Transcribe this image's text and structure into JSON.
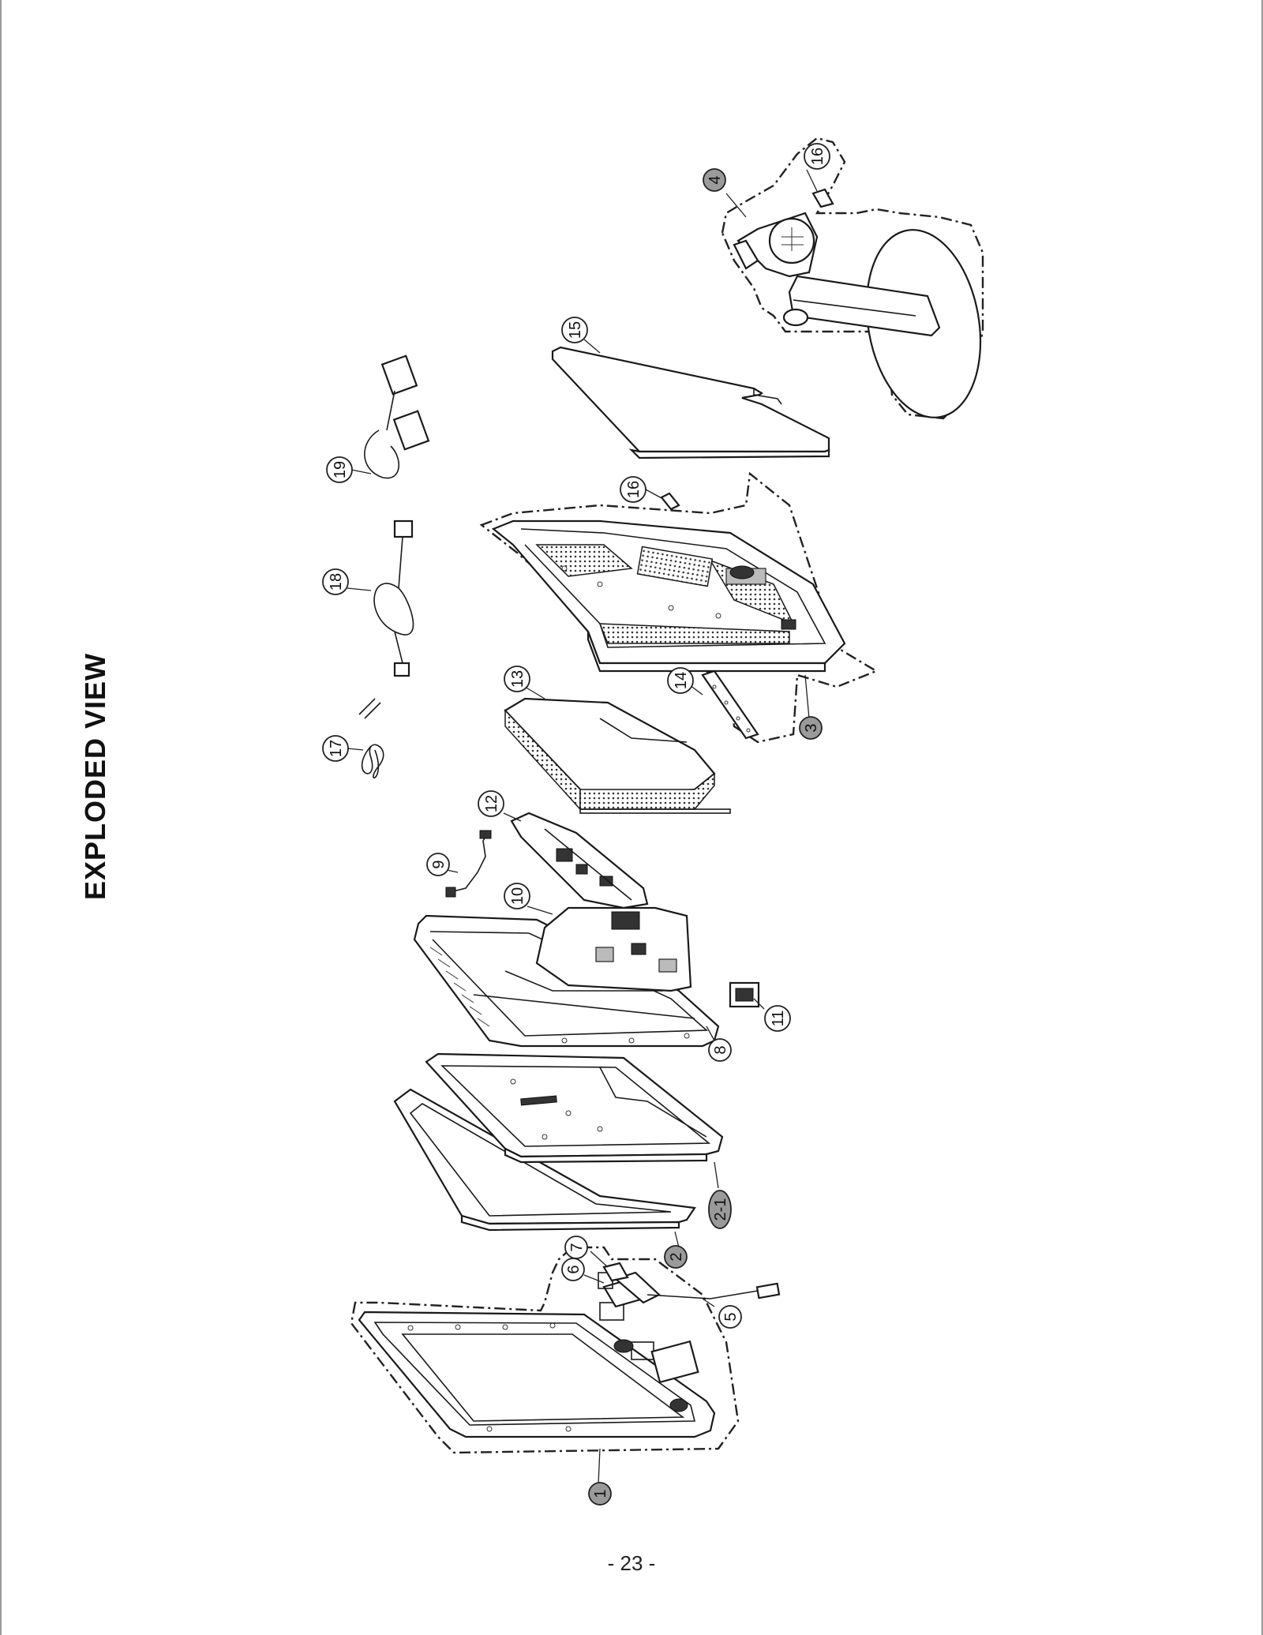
{
  "page": {
    "title": "EXPLODED VIEW",
    "page_number": "- 23 -"
  },
  "callouts": [
    {
      "id": "1",
      "label": "1",
      "style": "filled"
    },
    {
      "id": "2",
      "label": "2",
      "style": "filled"
    },
    {
      "id": "2-1",
      "label": "2-1",
      "style": "filled"
    },
    {
      "id": "3",
      "label": "3",
      "style": "filled"
    },
    {
      "id": "4",
      "label": "4",
      "style": "filled"
    },
    {
      "id": "5",
      "label": "5",
      "style": "outline"
    },
    {
      "id": "6",
      "label": "6",
      "style": "outline"
    },
    {
      "id": "7",
      "label": "7",
      "style": "outline"
    },
    {
      "id": "8",
      "label": "8",
      "style": "outline"
    },
    {
      "id": "9",
      "label": "9",
      "style": "outline"
    },
    {
      "id": "10",
      "label": "10",
      "style": "outline"
    },
    {
      "id": "11",
      "label": "11",
      "style": "outline"
    },
    {
      "id": "12",
      "label": "12",
      "style": "outline"
    },
    {
      "id": "13",
      "label": "13",
      "style": "outline"
    },
    {
      "id": "14",
      "label": "14",
      "style": "outline"
    },
    {
      "id": "15",
      "label": "15",
      "style": "outline"
    },
    {
      "id": "16a",
      "label": "16",
      "style": "outline"
    },
    {
      "id": "16b",
      "label": "16",
      "style": "outline"
    },
    {
      "id": "17",
      "label": "17",
      "style": "outline"
    },
    {
      "id": "18",
      "label": "18",
      "style": "outline"
    },
    {
      "id": "19",
      "label": "19",
      "style": "outline"
    }
  ],
  "colors": {
    "line": "#1a1a1a",
    "filled_bubble": "#9a9a9a",
    "background": "#ffffff"
  }
}
